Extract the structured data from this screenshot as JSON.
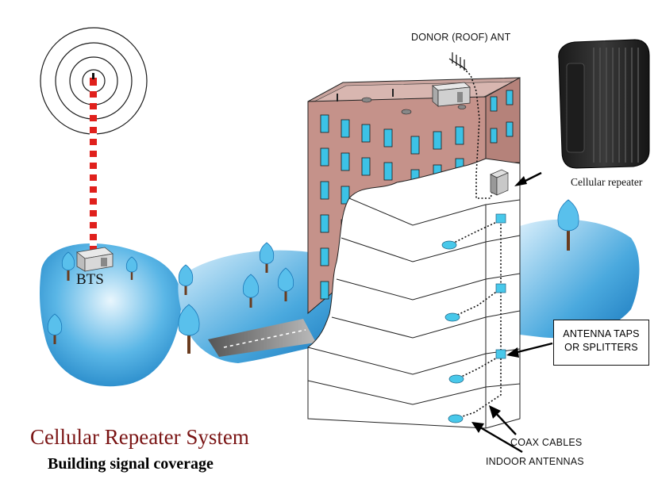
{
  "title": "Cellular Repeater System",
  "subtitle": "Building signal coverage",
  "labels": {
    "bts": "BTS",
    "donor_antenna": "DONOR (ROOF) ANT",
    "cellular_repeater": "Cellular repeater",
    "antenna_taps_line1": "ANTENNA TAPS",
    "antenna_taps_line2": "OR SPLITTERS",
    "coax_cables": "COAX CABLES",
    "indoor_antennas": "INDOOR ANTENNAS"
  },
  "colors": {
    "coverage_blue": "#2a8fd0",
    "building_brick": "#c7958c",
    "tower_red": "#e0201c",
    "title_red": "#7a1414",
    "window_cyan": "#3cc2e6",
    "repeater_dark": "#2a2a2a"
  }
}
